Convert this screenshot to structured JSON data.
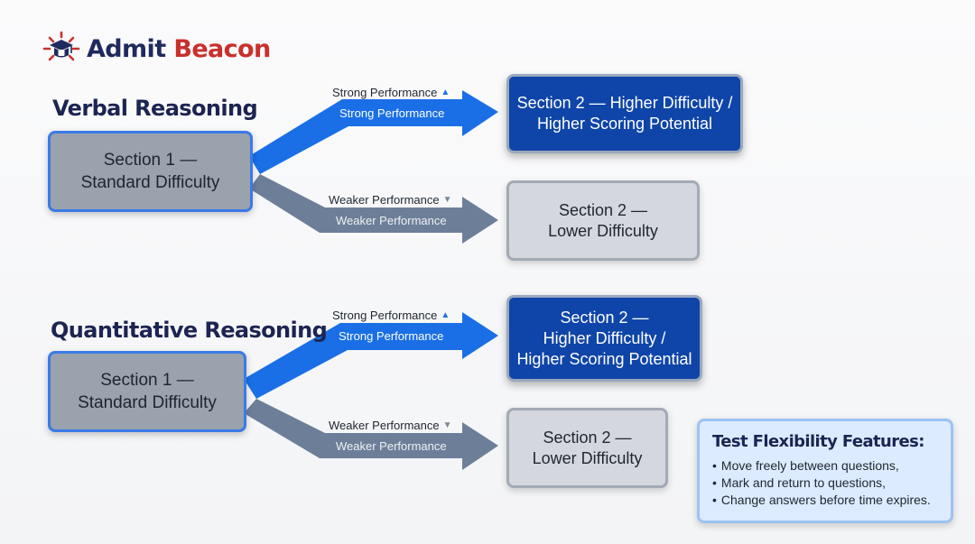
{
  "logo": {
    "word1": "Admit",
    "word2": "Beacon"
  },
  "sections": [
    {
      "title": "Verbal Reasoning",
      "start": {
        "line1": "Section 1 —",
        "line2": "Standard Difficulty"
      },
      "high": {
        "line1": "Section 2 — Higher Difficulty /",
        "line2": "Higher Scoring Potential"
      },
      "low": {
        "line1": "Section 2 —",
        "line2": "Lower Difficulty"
      },
      "strong_label": "Strong Performance",
      "weak_label": "Weaker Performance"
    },
    {
      "title": "Quantitative Reasoning",
      "start": {
        "line1": "Section 1 —",
        "line2": "Standard Difficulty"
      },
      "high": {
        "line1": "Section 2 —",
        "line2": "Higher Difficulty /",
        "line3": "Higher Scoring Potential"
      },
      "low": {
        "line1": "Section 2 —",
        "line2": "Lower Difficulty"
      },
      "strong_label": "Strong Performance",
      "weak_label": "Weaker Performance"
    }
  ],
  "markers": {
    "up": "▲",
    "down": "▼"
  },
  "features": {
    "title": "Test Flexibility Features:",
    "bullet": "•",
    "items": [
      "Move freely between questions,",
      "Mark and return to questions,",
      "Change answers before time expires."
    ]
  },
  "colors": {
    "strong_arrow": "#1a6fe6",
    "weak_arrow": "#6d7f98",
    "high_box": "#0f45a8",
    "low_box": "#d4d8de",
    "start_box": "#9aa2ad",
    "brand_navy": "#1f2a5e",
    "brand_red": "#c9302c"
  },
  "icons": {
    "logo": "graduation-cap-beacon-icon"
  }
}
